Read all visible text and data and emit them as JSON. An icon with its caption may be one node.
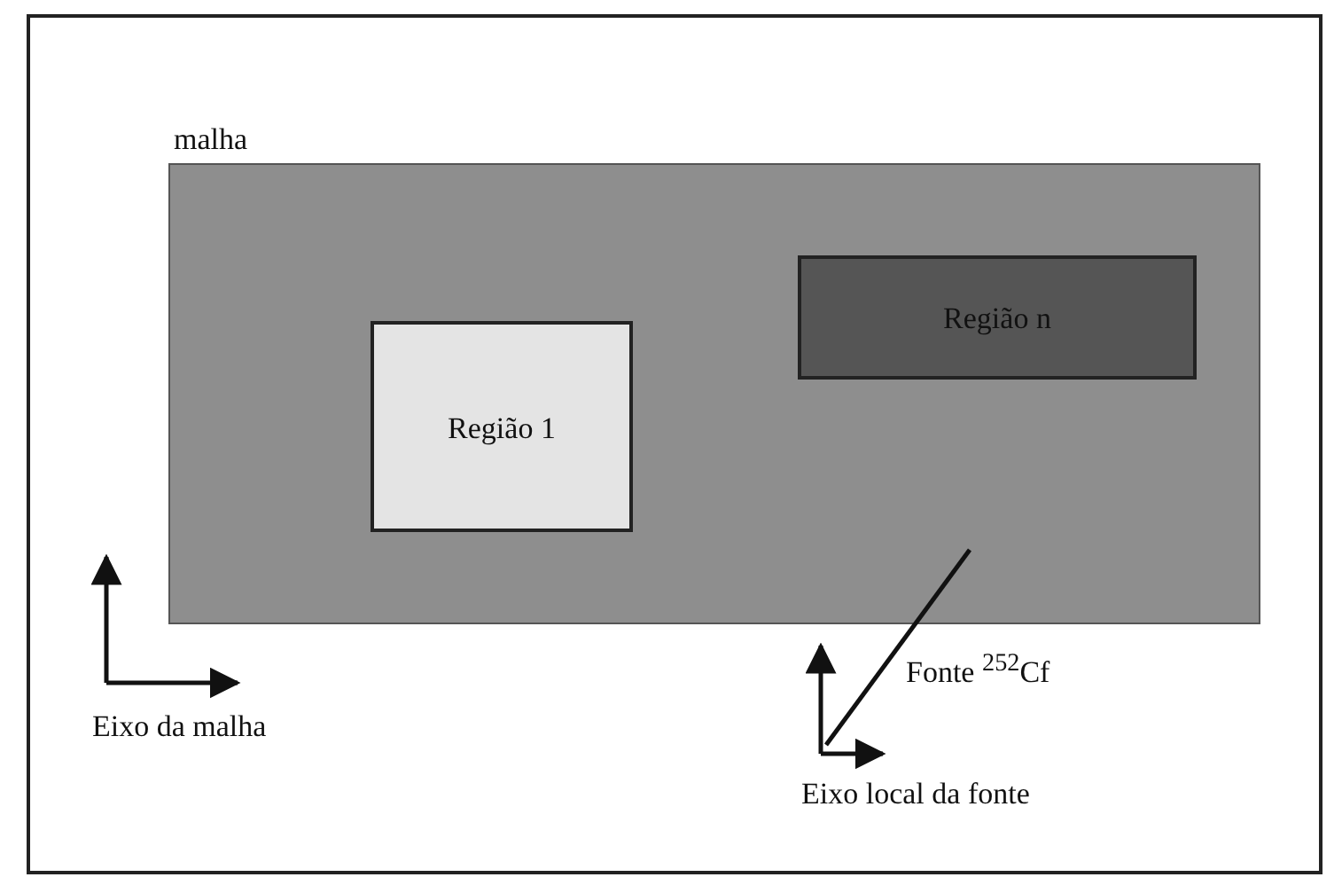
{
  "diagram": {
    "nodes": [
      {
        "text": [
          "malha"
        ]
      },
      {
        "text": [
          "Região 1"
        ],
        "in": 0
      },
      {
        "text": [
          "Região n"
        ],
        "in": 0
      }
    ],
    "labels": [
      "Eixo da malha",
      "Fonte $^{252}$Cf",
      "Eixo local da fonte"
    ]
  }
}
